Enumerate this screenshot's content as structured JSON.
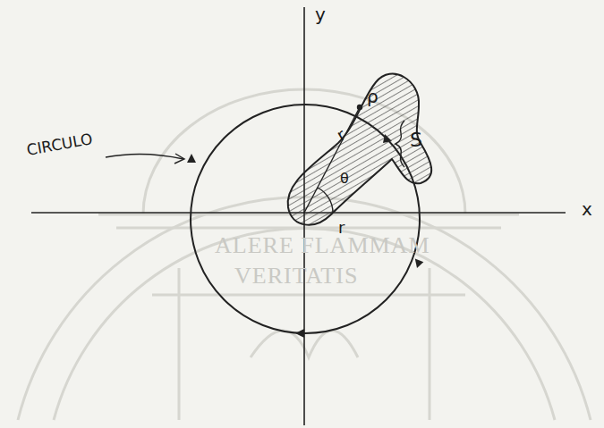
{
  "diagram": {
    "labels": [
      "y",
      "x",
      "CIRCULO",
      "S",
      "ρ",
      "r",
      "θ",
      "r",
      "ALERE FLAMMAM",
      "VERITATIS"
    ]
  }
}
